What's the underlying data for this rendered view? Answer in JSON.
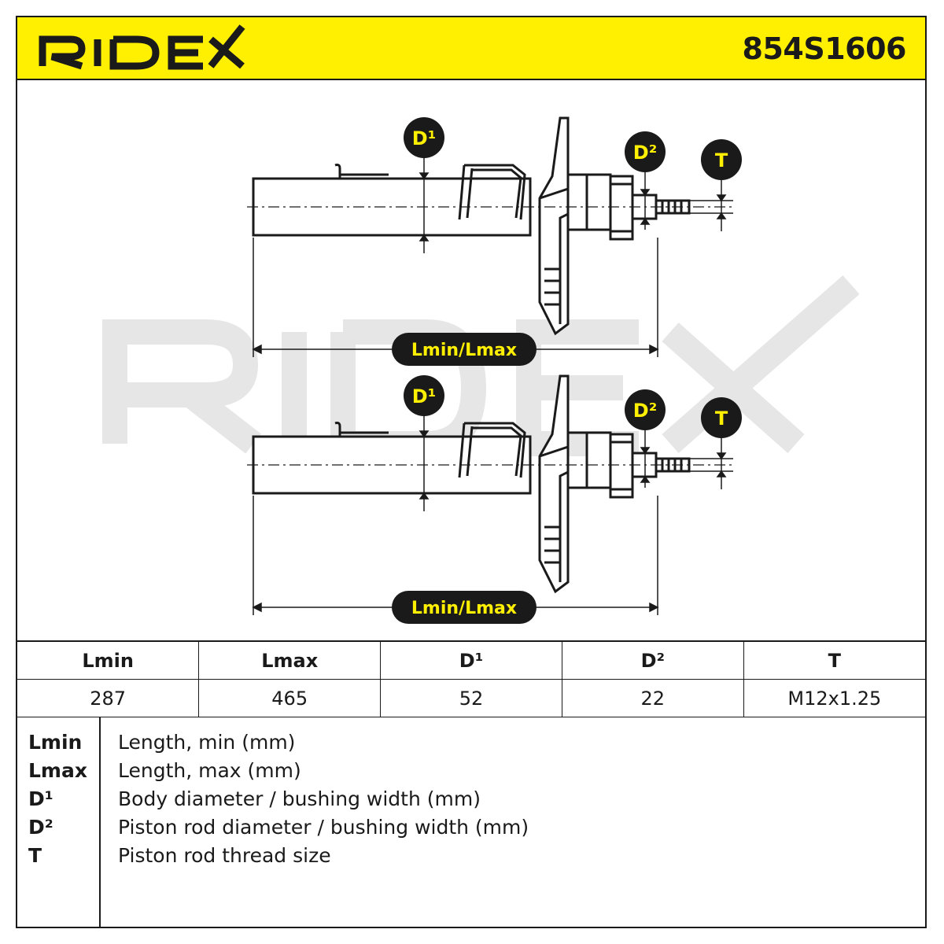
{
  "header": {
    "brand": "RIDEX",
    "part_number": "854S1606",
    "accent_color": "#ffef00"
  },
  "drawing": {
    "watermark": "RIDEX",
    "labels": {
      "d1": "D¹",
      "d2": "D²",
      "t": "T",
      "length": "Lmin/Lmax"
    }
  },
  "specs": {
    "headers": [
      "Lmin",
      "Lmax",
      "D¹",
      "D²",
      "T"
    ],
    "values": [
      "287",
      "465",
      "52",
      "22",
      "M12x1.25"
    ]
  },
  "legend": [
    {
      "key": "Lmin",
      "desc": "Length, min (mm)"
    },
    {
      "key": "Lmax",
      "desc": "Length, max (mm)"
    },
    {
      "key": "D¹",
      "desc": "Body diameter / bushing width (mm)"
    },
    {
      "key": "D²",
      "desc": "Piston rod diameter / bushing width (mm)"
    },
    {
      "key": "T",
      "desc": "Piston rod thread size"
    }
  ]
}
